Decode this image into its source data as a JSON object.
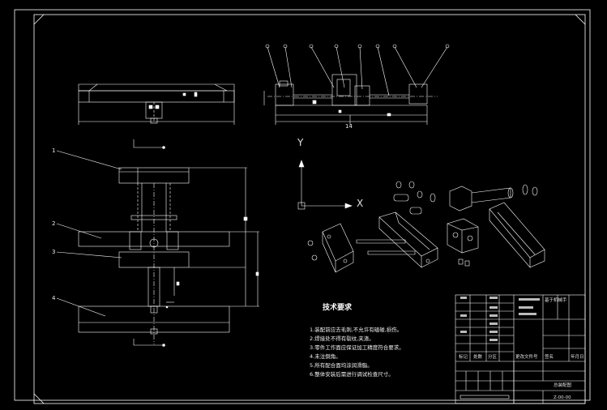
{
  "views": {
    "top_view": {
      "dim_label": "14"
    },
    "front_view": {
      "balloons": [
        "1",
        "2",
        "3",
        "4"
      ]
    },
    "axes": {
      "y_label": "Y",
      "x_label": "X"
    }
  },
  "tech_requirements": {
    "title": "技术要求",
    "items": [
      "1.装配前应去毛刺,不允许有磕碰,损伤。",
      "2.焊接处不得有裂纹,夹渣。",
      "3.零件工作面应保证加工精度符合要求。",
      "4.未注倒角。",
      "5.所有配合面均涂润滑脂。",
      "6.整体安装后需进行调试检查尺寸。"
    ]
  },
  "title_block": {
    "project": "基于机械手",
    "drawing_name": "总装配图",
    "drawing_no": "Z-00-00",
    "head_labels": [
      "标记",
      "处数",
      "分区",
      "更改文件号",
      "签名",
      "年月日"
    ]
  },
  "colors": {
    "line": "#ffffff",
    "background": "#000000"
  }
}
